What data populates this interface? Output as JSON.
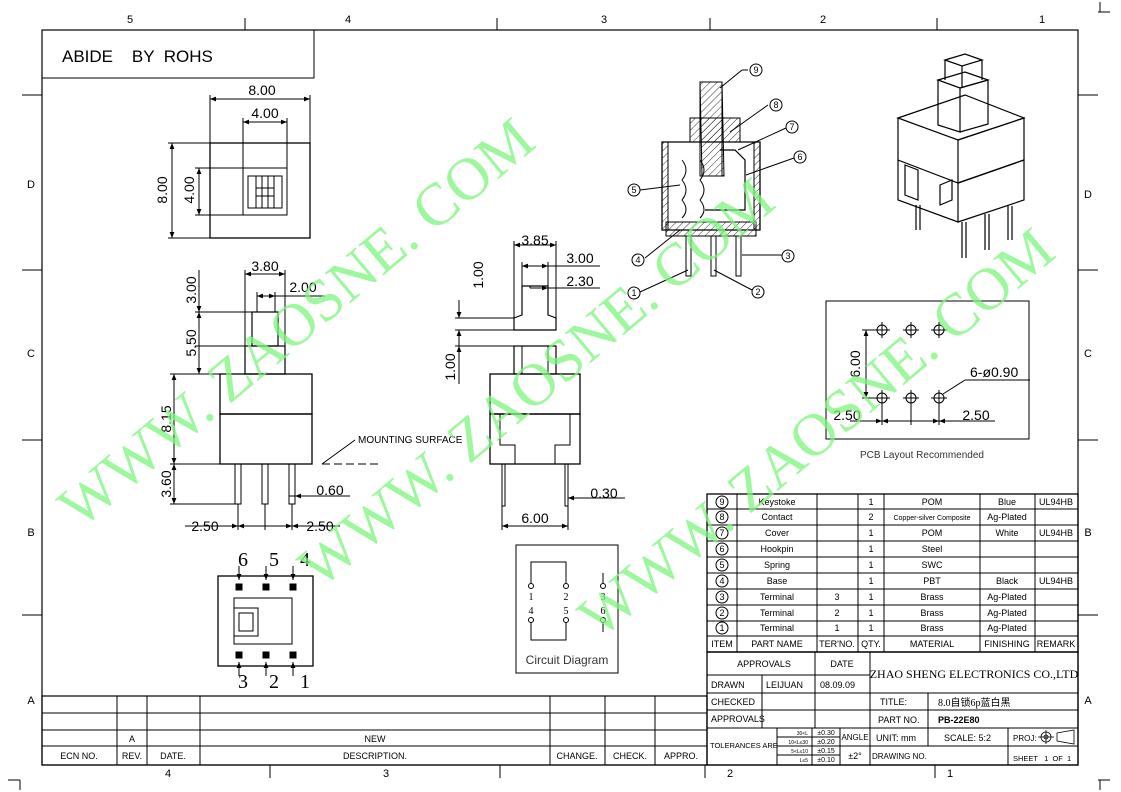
{
  "frame": {
    "top_zones": [
      "5",
      "4",
      "3",
      "2",
      "1"
    ],
    "bottom_zones": [
      "4",
      "3",
      "2",
      "1"
    ],
    "left_zones": [
      "D",
      "C",
      "B",
      "A"
    ],
    "right_zones": [
      "D",
      "C",
      "B",
      "A"
    ]
  },
  "rohs_note": "ABIDE    BY  ROHS",
  "watermark": "WWW. ZAOSNE. COM",
  "dims": {
    "top_w_outer": "8.00",
    "top_w_inner": "4.00",
    "top_h_outer": "8.00",
    "top_h_inner": "4.00",
    "front_w_cap": "3.80",
    "front_w_stem": "2.00",
    "front_h_cap": "3.00",
    "front_h_stem": "5.50",
    "front_h_body": "8.15",
    "front_h_pin": "3.60",
    "front_pin_w": "0.60",
    "front_pitch_l": "2.50",
    "front_pitch_r": "2.50",
    "mounting_surface": "MOUNTING SURFACE",
    "side_w_top": "3.85",
    "side_w_a": "3.00",
    "side_w_b": "2.30",
    "side_h_a": "1.00",
    "side_h_b": "1.00",
    "side_pin_w": "0.30",
    "side_w_body": "6.00"
  },
  "bottom_view": {
    "top_labels": [
      "6",
      "5",
      "4"
    ],
    "bottom_labels": [
      "3",
      "2",
      "1"
    ]
  },
  "circuit": {
    "caption": "Circuit Diagram",
    "top_pins": [
      "1",
      "2",
      "3"
    ],
    "bottom_pins": [
      "4",
      "5",
      "6"
    ]
  },
  "pcb": {
    "caption": "PCB Layout Recommended",
    "dim_v": "6.00",
    "dim_holes": "6-ø0.90",
    "dim_l": "2.50",
    "dim_r": "2.50"
  },
  "callouts": [
    "9",
    "8",
    "7",
    "6",
    "5",
    "4",
    "3",
    "1",
    "2"
  ],
  "bom": {
    "rows": [
      {
        "item": "9",
        "name": "Keystoke",
        "ter": "",
        "qty": "1",
        "material": "POM",
        "finishing": "Blue",
        "remark": "UL94HB"
      },
      {
        "item": "8",
        "name": "Contact",
        "ter": "",
        "qty": "2",
        "material": "Copper-silver Composite",
        "finishing": "Ag-Plated",
        "remark": ""
      },
      {
        "item": "7",
        "name": "Cover",
        "ter": "",
        "qty": "1",
        "material": "POM",
        "finishing": "White",
        "remark": "UL94HB"
      },
      {
        "item": "6",
        "name": "Hookpin",
        "ter": "",
        "qty": "1",
        "material": "Steel",
        "finishing": "",
        "remark": ""
      },
      {
        "item": "5",
        "name": "Spring",
        "ter": "",
        "qty": "1",
        "material": "SWC",
        "finishing": "",
        "remark": ""
      },
      {
        "item": "4",
        "name": "Base",
        "ter": "",
        "qty": "1",
        "material": "PBT",
        "finishing": "Black",
        "remark": "UL94HB"
      },
      {
        "item": "3",
        "name": "Terminal",
        "ter": "3",
        "qty": "1",
        "material": "Brass",
        "finishing": "Ag-Plated",
        "remark": ""
      },
      {
        "item": "2",
        "name": "Terminal",
        "ter": "2",
        "qty": "1",
        "material": "Brass",
        "finishing": "Ag-Plated",
        "remark": ""
      },
      {
        "item": "1",
        "name": "Terminal",
        "ter": "1",
        "qty": "1",
        "material": "Brass",
        "finishing": "Ag-Plated",
        "remark": ""
      }
    ],
    "header": {
      "item": "ITEM",
      "name": "PART NAME",
      "ter": "TER'NO.",
      "qty": "QTY.",
      "material": "MATERIAL",
      "finishing": "FINISHING",
      "remark": "REMARK"
    }
  },
  "title_block": {
    "approvals_hdr": "APPROVALS",
    "date_hdr": "DATE",
    "company": "ZHAO SHENG ELECTRONICS CO.,LTD",
    "drawn_lbl": "DRAWN",
    "drawn_name": "LEIJUAN",
    "drawn_date": "08.09.09",
    "checked_lbl": "CHECKED",
    "approvals_lbl": "APPROVALS",
    "title_lbl": "TITLE:",
    "title_val": "8.0自锁6p蓝白黑",
    "partno_lbl": "PART NO.",
    "partno_val": "PB-22E80",
    "tol_lbl": "TOLERANCES  ARE",
    "tol_ranges": [
      "30<L",
      "10<L≤30",
      "5<L≤10",
      "L≤5"
    ],
    "tol_vals": [
      "±0.30",
      "±0.20",
      "±0.15",
      "±0.10"
    ],
    "angle_lbl": "ANGLE",
    "angle_val": "±2°",
    "unit": "UNIT:  mm",
    "scale": "SCALE:  5:2",
    "proj": "PROJ:",
    "drawing_no": "DRAWING NO.",
    "sheet": "SHEET   1  OF  1"
  },
  "revision": {
    "rev_a": "A",
    "new": "NEW",
    "ecn": "ECN NO.",
    "rev": "REV.",
    "date": "DATE.",
    "desc": "DESCRIPTION.",
    "change": "CHANGE.",
    "check": "CHECK.",
    "appro": "APPRO."
  }
}
